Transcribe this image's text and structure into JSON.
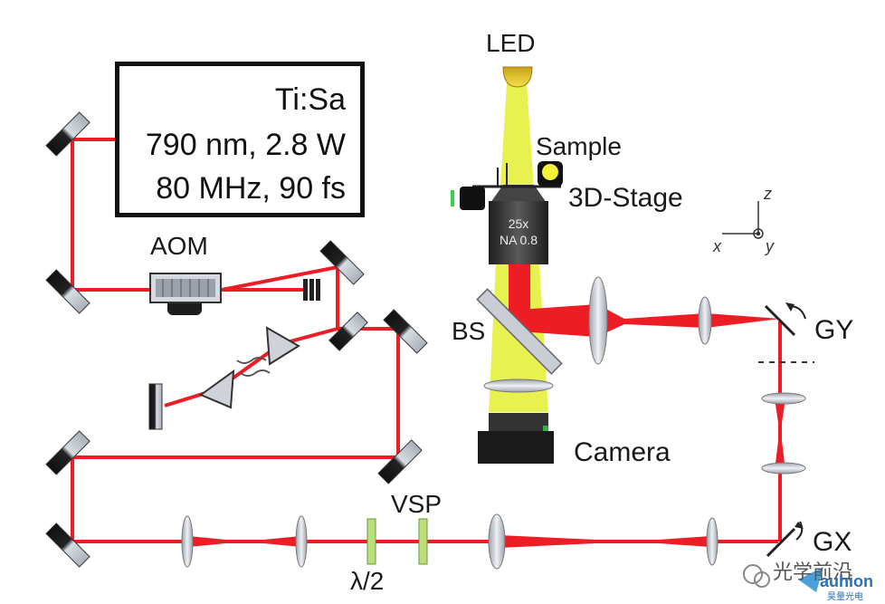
{
  "laser": {
    "line1": "Ti:Sa",
    "line2": "790 nm, 2.8 W",
    "line3": "80 MHz, 90 fs"
  },
  "labels": {
    "led": "LED",
    "sample": "Sample",
    "stage": "3D-Stage",
    "aom": "AOM",
    "bs": "BS",
    "gy": "GY",
    "gx": "GX",
    "camera": "Camera",
    "vsp": "VSP",
    "halfwave": "λ/2"
  },
  "objective": {
    "magnification": "25x",
    "na": "NA 0.8"
  },
  "axes": {
    "z": "z",
    "x": "x",
    "y": "y"
  },
  "watermark": {
    "text": "光学前沿",
    "brand": "auhion",
    "brand_sub": "昊量光电"
  },
  "colors": {
    "beam": "#ee1c24",
    "illumination": "#e4ef3c",
    "optic": "#c9ced6",
    "filter": "#b9e07a"
  }
}
